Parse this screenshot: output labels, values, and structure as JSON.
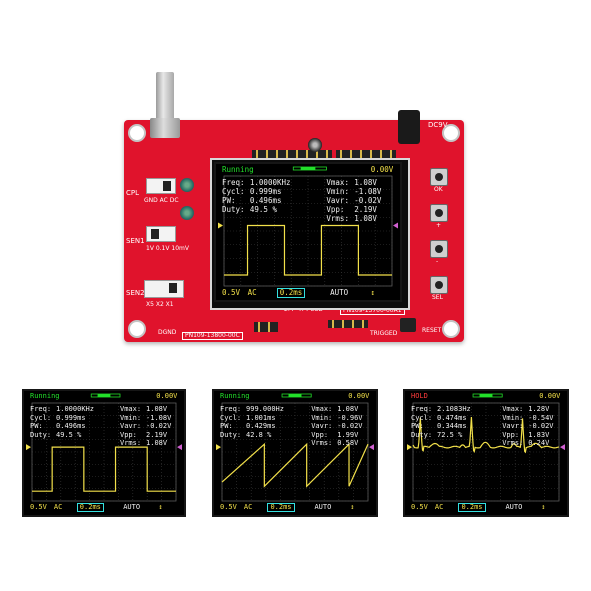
{
  "board": {
    "coupling_label": "CPL",
    "coupling_options": "GND AC DC",
    "sens1_label": "SEN1",
    "sens1_options": "1V 0.1V 10mV",
    "sens2_label": "SEN2",
    "sens2_options": "X5 X2 X1",
    "dc_label": "DC9V",
    "lcd_label": "2.4\" TFT LCD",
    "lcd_part": "PN109-13700-00A1",
    "board_part": "PN109-13800-00C",
    "triggered_label": "TRIGGED",
    "reset_label": "RESET",
    "dgnd_label": "DGND",
    "buttons": [
      "OK",
      "+",
      "-",
      "SEL"
    ]
  },
  "screens": [
    {
      "status": "Running",
      "status_kind": "run",
      "trigger_level": "0.00V",
      "measurements_left": [
        {
          "label": "Freq:",
          "value": "1.0000KHz"
        },
        {
          "label": "Cycl:",
          "value": "0.999ms"
        },
        {
          "label": "PW:",
          "value": "0.496ms"
        },
        {
          "label": "Duty:",
          "value": "49.5 %"
        }
      ],
      "measurements_right": [
        {
          "label": "Vmax:",
          "value": "1.08V"
        },
        {
          "label": "Vmin:",
          "value": "-1.08V"
        },
        {
          "label": "Vavr:",
          "value": "-0.02V"
        },
        {
          "label": "Vpp:",
          "value": "2.19V"
        },
        {
          "label": "Vrms:",
          "value": "1.08V"
        }
      ],
      "volts_div": "0.5V",
      "coupling": "AC",
      "time_div": "0.2ms",
      "trigger_mode": "AUTO",
      "trigger_slope": "↕",
      "waveform": "square"
    },
    {
      "status": "Running",
      "status_kind": "run",
      "trigger_level": "0.00V",
      "measurements_left": [
        {
          "label": "Freq:",
          "value": "1.0000KHz"
        },
        {
          "label": "Cycl:",
          "value": "0.999ms"
        },
        {
          "label": "PW:",
          "value": "0.496ms"
        },
        {
          "label": "Duty:",
          "value": "49.5 %"
        }
      ],
      "measurements_right": [
        {
          "label": "Vmax:",
          "value": "1.08V"
        },
        {
          "label": "Vmin:",
          "value": "-1.08V"
        },
        {
          "label": "Vavr:",
          "value": "-0.02V"
        },
        {
          "label": "Vpp:",
          "value": "2.19V"
        },
        {
          "label": "Vrms:",
          "value": "1.08V"
        }
      ],
      "volts_div": "0.5V",
      "coupling": "AC",
      "time_div": "0.2ms",
      "trigger_mode": "AUTO",
      "trigger_slope": "↕",
      "waveform": "square"
    },
    {
      "status": "Running",
      "status_kind": "run",
      "trigger_level": "0.00V",
      "measurements_left": [
        {
          "label": "Freq:",
          "value": "999.000Hz"
        },
        {
          "label": "Cycl:",
          "value": "1.001ms"
        },
        {
          "label": "PW:",
          "value": "0.429ms"
        },
        {
          "label": "Duty:",
          "value": "42.8 %"
        }
      ],
      "measurements_right": [
        {
          "label": "Vmax:",
          "value": "1.08V"
        },
        {
          "label": "Vmin:",
          "value": "-0.96V"
        },
        {
          "label": "Vavr:",
          "value": "-0.02V"
        },
        {
          "label": "Vpp:",
          "value": "1.99V"
        },
        {
          "label": "Vrms:",
          "value": "0.58V"
        }
      ],
      "volts_div": "0.5V",
      "coupling": "AC",
      "time_div": "0.2ms",
      "trigger_mode": "AUTO",
      "trigger_slope": "↕",
      "waveform": "sawtooth"
    },
    {
      "status": "HOLD",
      "status_kind": "hold",
      "trigger_level": "0.00V",
      "measurements_left": [
        {
          "label": "Freq:",
          "value": "2.1083Hz"
        },
        {
          "label": "Cycl:",
          "value": "0.474ms"
        },
        {
          "label": "PW:",
          "value": "0.344ms"
        },
        {
          "label": "Duty:",
          "value": "72.5 %"
        }
      ],
      "measurements_right": [
        {
          "label": "Vmax:",
          "value": "1.28V"
        },
        {
          "label": "Vmin:",
          "value": "-0.54V"
        },
        {
          "label": "Vavr:",
          "value": "-0.02V"
        },
        {
          "label": "Vpp:",
          "value": "1.83V"
        },
        {
          "label": "Vrms:",
          "value": "0.24V"
        }
      ],
      "volts_div": "0.5V",
      "coupling": "AC",
      "time_div": "0.2ms",
      "trigger_mode": "AUTO",
      "trigger_slope": "↕",
      "waveform": "ecg"
    }
  ],
  "colors": {
    "board": "#e0132c",
    "trace": "#f2e04a",
    "status_run": "#22e02a",
    "status_hold": "#ff3b3b",
    "grid": "#3a3a3a",
    "marker": "#d060d0"
  }
}
